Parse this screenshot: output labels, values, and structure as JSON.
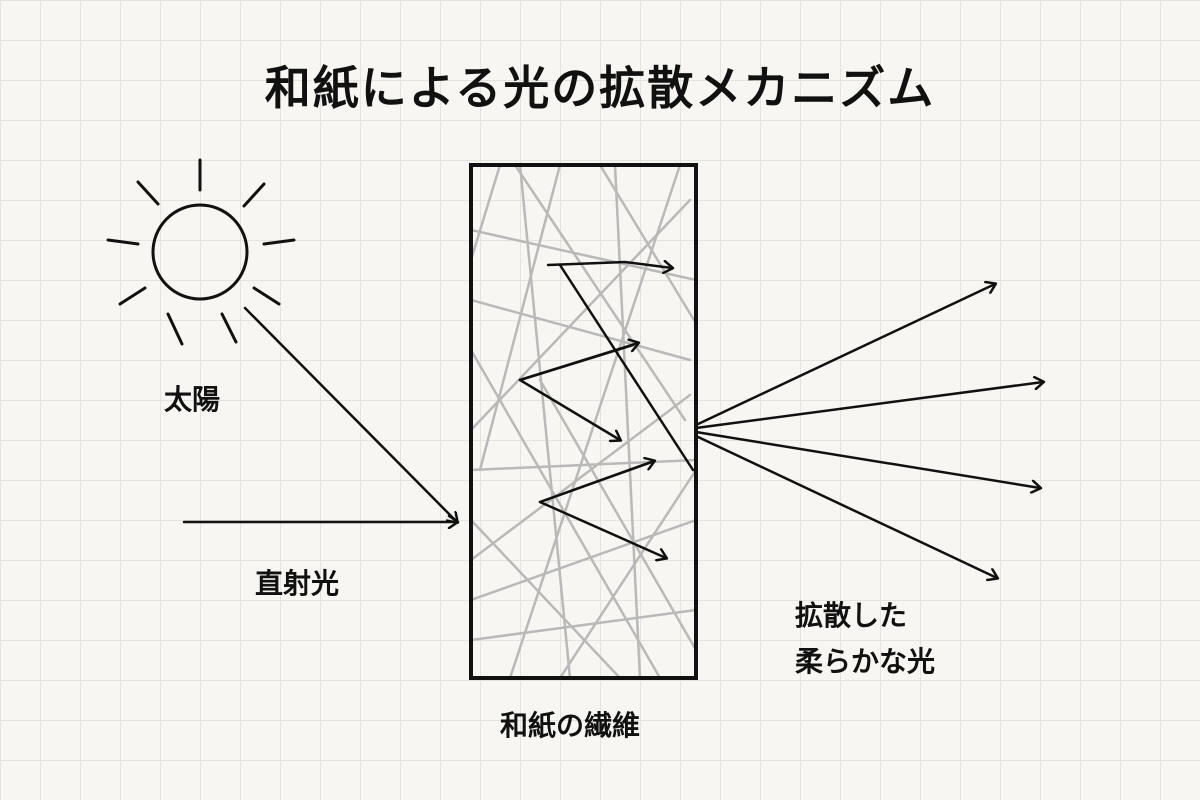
{
  "title": "和紙による光の拡散メカニズム",
  "labels": {
    "sun": "太陽",
    "direct_light": "直射光",
    "fibers": "和紙の繊維",
    "diffused_line1": "拡散した",
    "diffused_line2": "柔らかな光"
  },
  "colors": {
    "background": "#f7f6f2",
    "grid": "#e4e3de",
    "ink": "#111111",
    "fiber": "#b9b9b9"
  }
}
